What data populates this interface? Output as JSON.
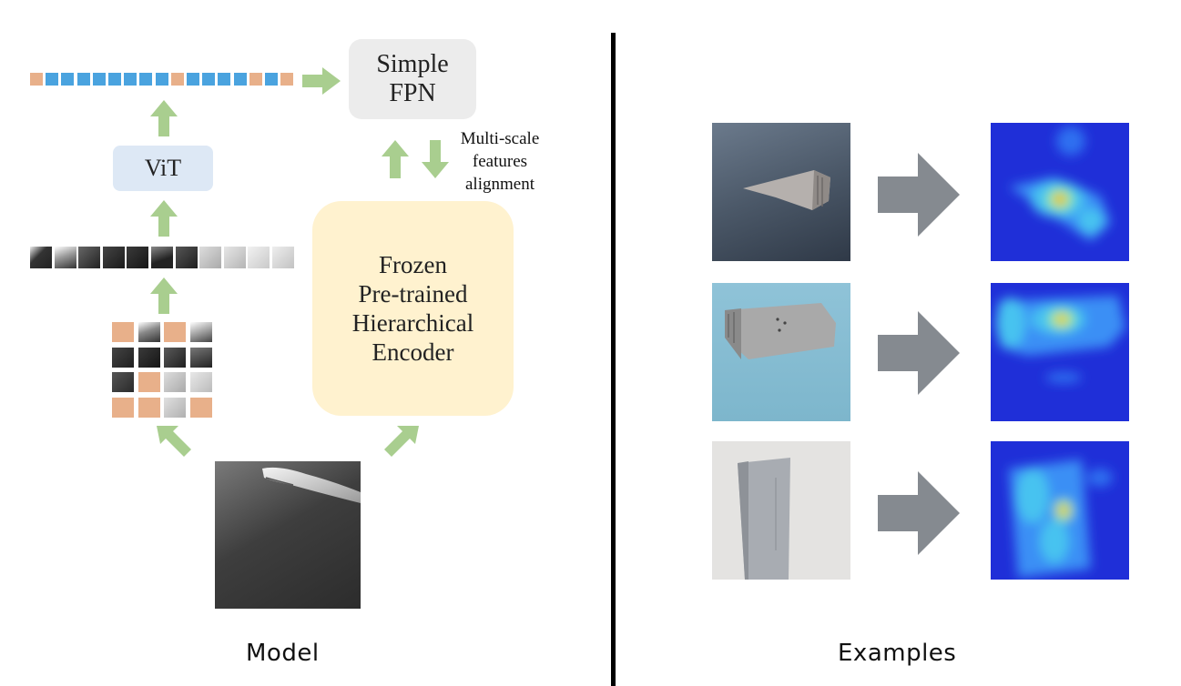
{
  "model_panel": {
    "caption": "Model",
    "fpn_label_line1": "Simple",
    "fpn_label_line2": "FPN",
    "vit_label": "ViT",
    "encoder_line1": "Frozen",
    "encoder_line2": "Pre-trained",
    "encoder_line3": "Hierarchical",
    "encoder_line4": "Encoder",
    "alignment_line1": "Multi-scale",
    "alignment_line2": "features",
    "alignment_line3": "alignment",
    "token_sequence": [
      "o",
      "b",
      "b",
      "b",
      "b",
      "b",
      "b",
      "b",
      "b",
      "o",
      "b",
      "b",
      "b",
      "b",
      "o",
      "b",
      "o"
    ],
    "mask_grid": [
      "o",
      "p",
      "o",
      "p",
      "p",
      "p",
      "p",
      "p",
      "p",
      "o",
      "p",
      "p",
      "o",
      "o",
      "p",
      "o"
    ],
    "colors": {
      "token_orange": "#E8B08A",
      "token_blue": "#4AA3DF",
      "arrow_green": "#A9CE8F",
      "fpn_box": "#ECECEC",
      "vit_box": "#DDE8F5",
      "encoder_box": "#FFF2CF"
    }
  },
  "examples_panel": {
    "caption": "Examples",
    "rows": [
      {
        "input": "blade-photo-1",
        "output": "heatmap-1"
      },
      {
        "input": "blade-photo-2",
        "output": "heatmap-2"
      },
      {
        "input": "blade-photo-3",
        "output": "heatmap-3"
      }
    ],
    "colors": {
      "arrow_gray": "#858A90",
      "heatmap_base": "#1F2FD8"
    }
  }
}
